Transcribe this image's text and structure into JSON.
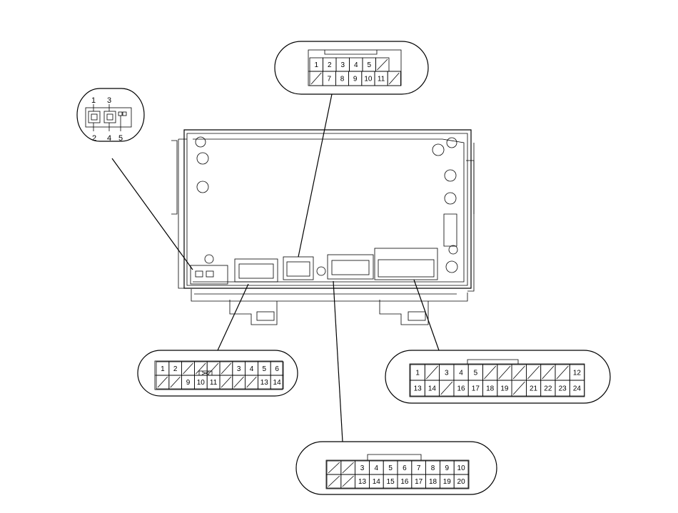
{
  "connectors": [
    {
      "id": "small",
      "top": [
        "1",
        "3"
      ],
      "bottom": [
        "2",
        "4",
        "5"
      ]
    },
    {
      "id": "top",
      "row1": [
        "1",
        "2",
        "3",
        "4",
        "5",
        ""
      ],
      "row2": [
        "",
        "7",
        "8",
        "9",
        "10",
        "11",
        ""
      ]
    },
    {
      "id": "left",
      "row1": [
        "1",
        "2",
        "",
        "",
        "",
        "",
        "3",
        "4",
        "5",
        "6"
      ],
      "row2": [
        "",
        "",
        "9",
        "10",
        "11",
        "",
        "",
        "",
        "13",
        "14"
      ]
    },
    {
      "id": "right",
      "row1": [
        "1",
        "",
        "3",
        "4",
        "5",
        "",
        "",
        "",
        "",
        "",
        "",
        "12"
      ],
      "row2": [
        "13",
        "14",
        "",
        "16",
        "17",
        "18",
        "19",
        "",
        "21",
        "22",
        "23",
        "24"
      ]
    },
    {
      "id": "bottom",
      "row1": [
        "",
        "",
        "3",
        "4",
        "5",
        "6",
        "7",
        "8",
        "9",
        "10"
      ],
      "row2": [
        "",
        "",
        "13",
        "14",
        "15",
        "16",
        "17",
        "18",
        "19",
        "20"
      ]
    }
  ]
}
